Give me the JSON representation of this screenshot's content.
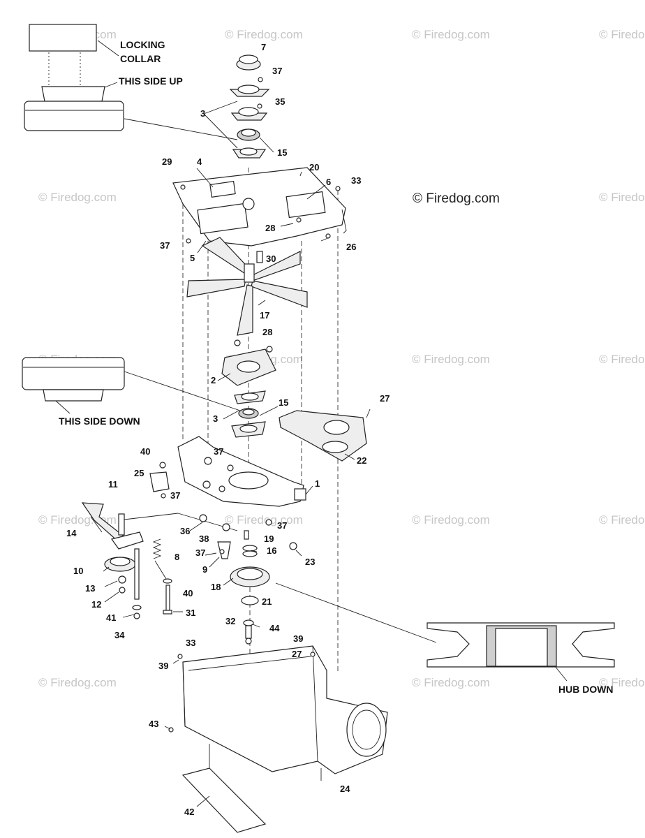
{
  "watermark": {
    "text": "© Firedog.com",
    "main_text": "© Firedog.com"
  },
  "callouts": {
    "locking_collar_line1": "LOCKING",
    "locking_collar_line2": "COLLAR",
    "this_side_up": "THIS SIDE UP",
    "this_side_down": "THIS SIDE DOWN",
    "hub_down": "HUB DOWN"
  },
  "part_labels": [
    "7",
    "37",
    "3",
    "35",
    "15",
    "29",
    "4",
    "20",
    "6",
    "33",
    "28",
    "37",
    "5",
    "26",
    "30",
    "17",
    "28",
    "2",
    "15",
    "3",
    "27",
    "37",
    "22",
    "40",
    "25",
    "37",
    "1",
    "11",
    "14",
    "36",
    "38",
    "37",
    "19",
    "16",
    "37",
    "23",
    "8",
    "9",
    "10",
    "13",
    "40",
    "12",
    "18",
    "21",
    "41",
    "31",
    "34",
    "32",
    "44",
    "33",
    "39",
    "27",
    "39",
    "43",
    "24",
    "42"
  ],
  "colors": {
    "line": "#222222",
    "watermark": "#c6c6c6",
    "background": "#ffffff"
  }
}
